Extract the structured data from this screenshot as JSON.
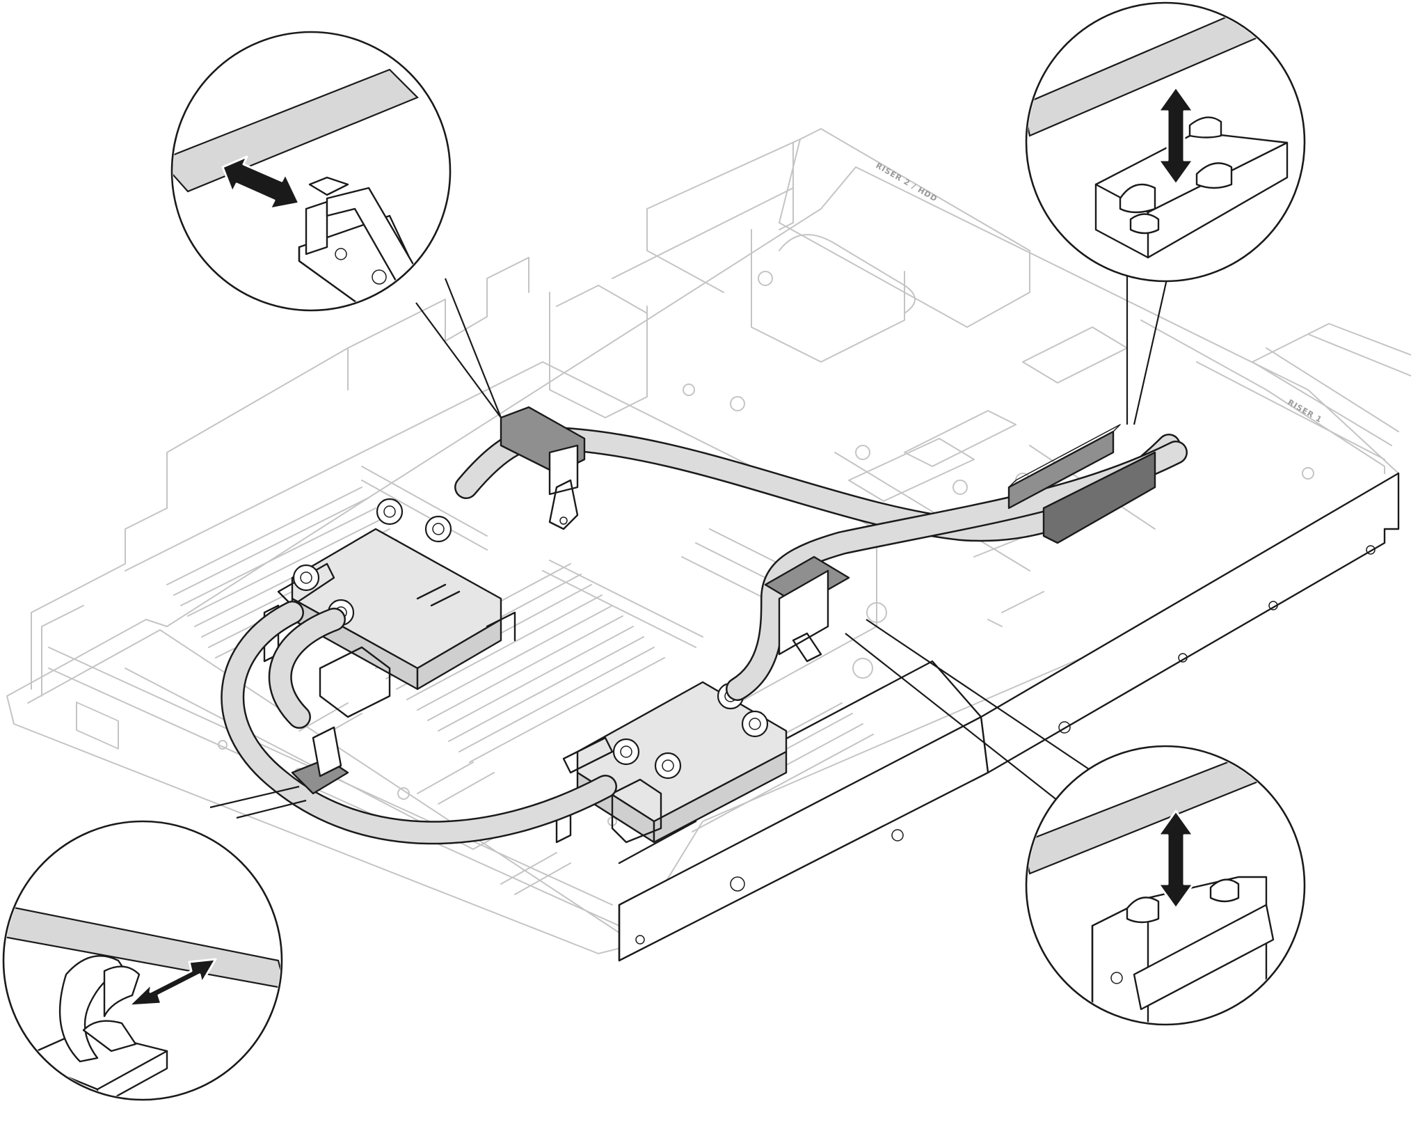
{
  "chassis_labels": {
    "riser_2": "RISER 2 / HDD",
    "riser_1": "RISER 1"
  },
  "callouts": [
    {
      "id": "callout-top-left",
      "depicts": "sliding-clip",
      "action": "horizontal-double-arrow"
    },
    {
      "id": "callout-top-right",
      "depicts": "hose-holder-bracket",
      "action": "vertical-double-arrow"
    },
    {
      "id": "callout-bottom-right",
      "depicts": "hose-holder-plate",
      "action": "vertical-double-arrow"
    },
    {
      "id": "callout-bottom-left",
      "depicts": "hose-strap-clip",
      "action": "horizontal-double-arrow"
    }
  ],
  "colors": {
    "ink": "#1a1a1a",
    "ghost": "#c4c4c4",
    "tube": "#dcdcdc",
    "holder": "#8f8f8f"
  }
}
